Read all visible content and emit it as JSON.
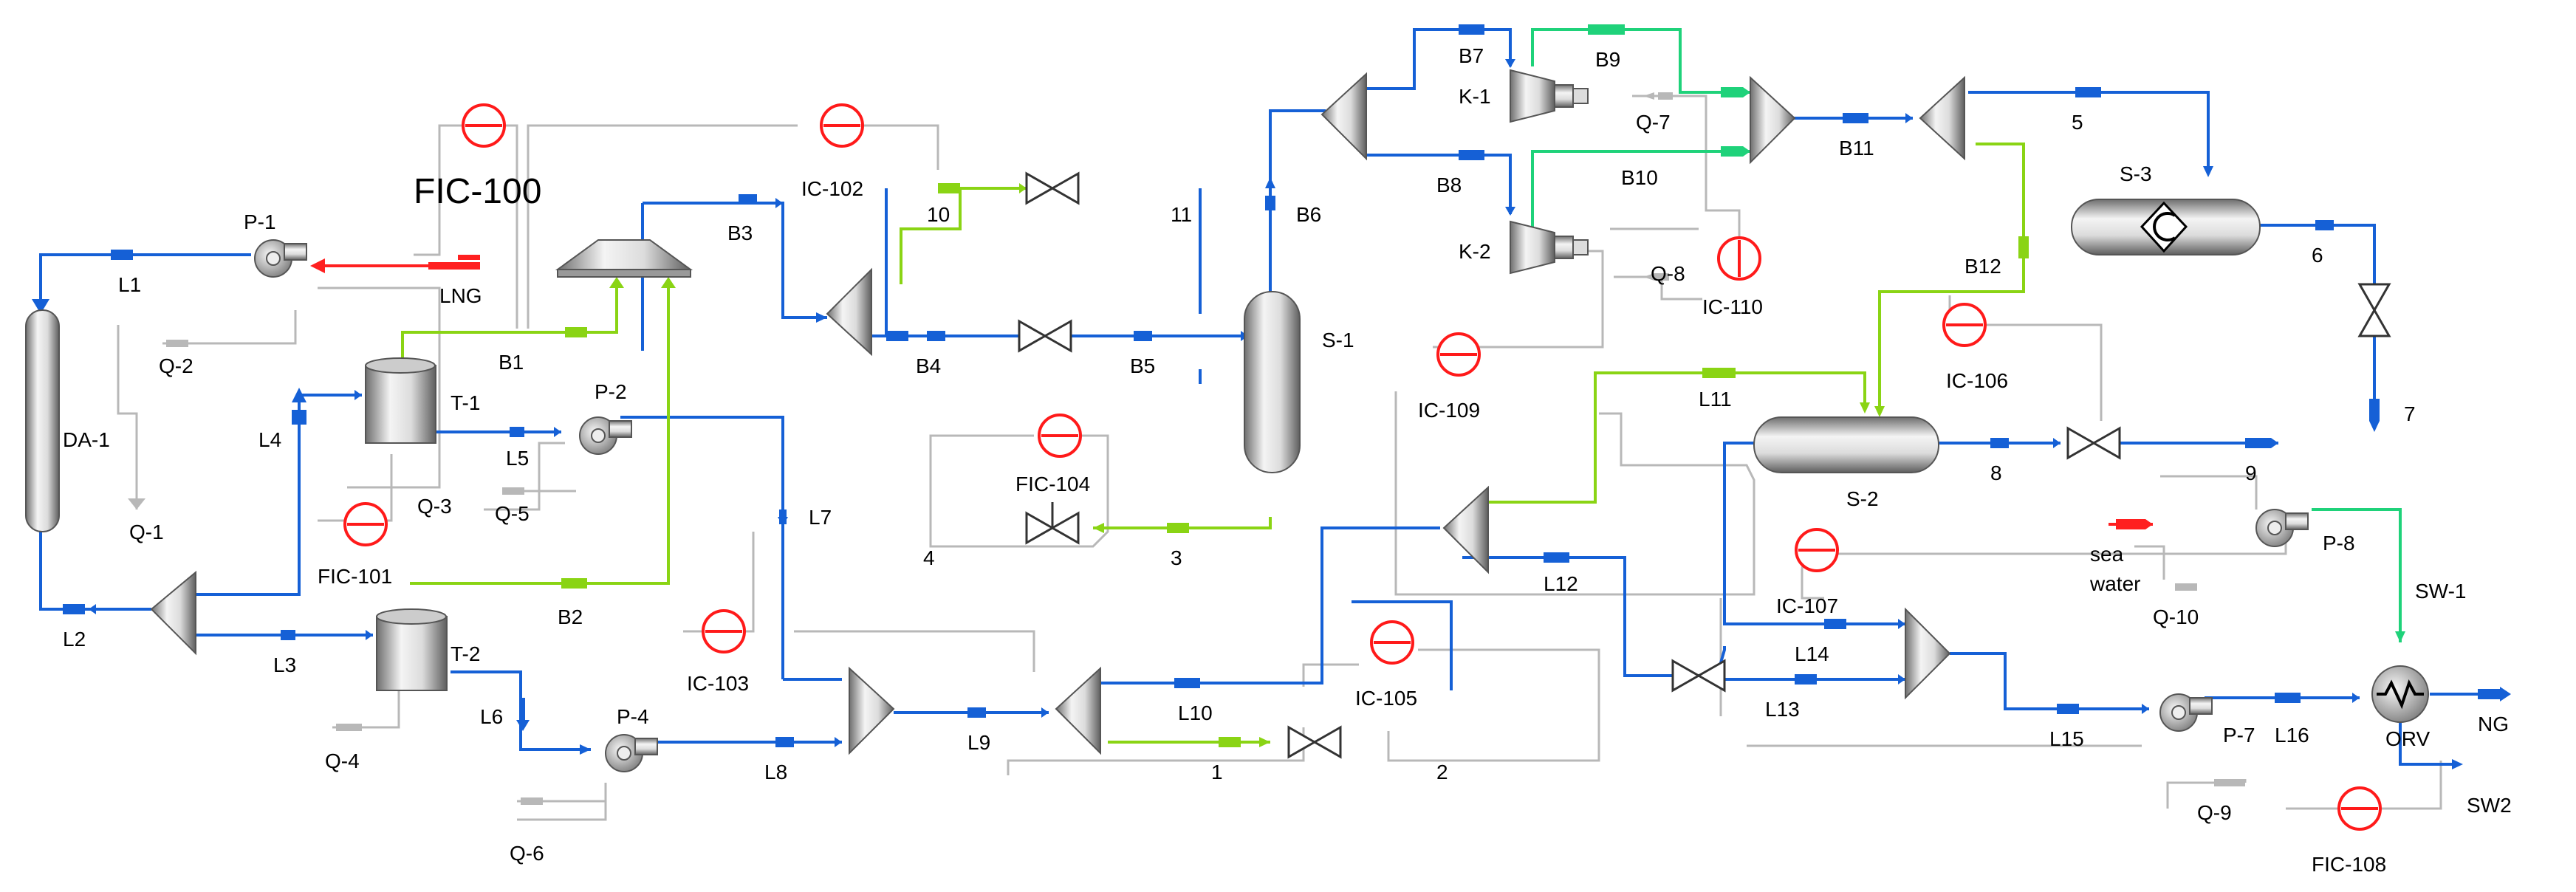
{
  "labels": {
    "p1": "P-1",
    "l1": "L1",
    "lng": "LNG",
    "q2": "Q-2",
    "da1": "DA-1",
    "q1": "Q-1",
    "l2": "L2",
    "l3": "L3",
    "l4": "L4",
    "t1": "T-1",
    "b1": "B1",
    "l5": "L5",
    "q3": "Q-3",
    "q5": "Q-5",
    "fic101": "FIC-101",
    "t2": "T-2",
    "b2": "B2",
    "q4": "Q-4",
    "l6": "L6",
    "p4": "P-4",
    "q6": "Q-6",
    "fic100": "FIC-100",
    "p2": "P-2",
    "b3": "B3",
    "l7": "L7",
    "ic103": "IC-103",
    "l8": "L8",
    "ic102": "IC-102",
    "n10": "10",
    "n11": "11",
    "b4": "B4",
    "b5": "B5",
    "s1": "S-1",
    "b6": "B6",
    "fic104": "FIC-104",
    "n4": "4",
    "n3": "3",
    "l9": "L9",
    "l10": "L10",
    "n1": "1",
    "n2": "2",
    "ic105": "IC-105",
    "b7": "B7",
    "k1": "K-1",
    "b9": "B9",
    "q7": "Q-7",
    "b8": "B8",
    "k2": "K-2",
    "b10": "B10",
    "q8": "Q-8",
    "ic110": "IC-110",
    "b11": "B11",
    "n5": "5",
    "s3": "S-3",
    "n6": "6",
    "n7": "7",
    "b12": "B12",
    "ic106": "IC-106",
    "ic109": "IC-109",
    "l11": "L11",
    "s2": "S-2",
    "n8": "8",
    "n9": "9",
    "l12": "L12",
    "ic107": "IC-107",
    "l14": "L14",
    "l13": "L13",
    "l15": "L15",
    "sea": "sea",
    "water": "water",
    "p8": "P-8",
    "q10": "Q-10",
    "sw1": "SW-1",
    "p7": "P-7",
    "l16": "L16",
    "orv": "ORV",
    "ng": "NG",
    "q9": "Q-9",
    "sw2": "SW2",
    "fic108": "FIC-108"
  },
  "colors": {
    "liquid_stream": "#1560d6",
    "vapor_stream": "#8ad414",
    "compressed_vapor_stream": "#1fd27a",
    "feed_stream": "#ff2020",
    "energy_signal": "#b8b8b8",
    "controller": "#ff1a1a"
  }
}
